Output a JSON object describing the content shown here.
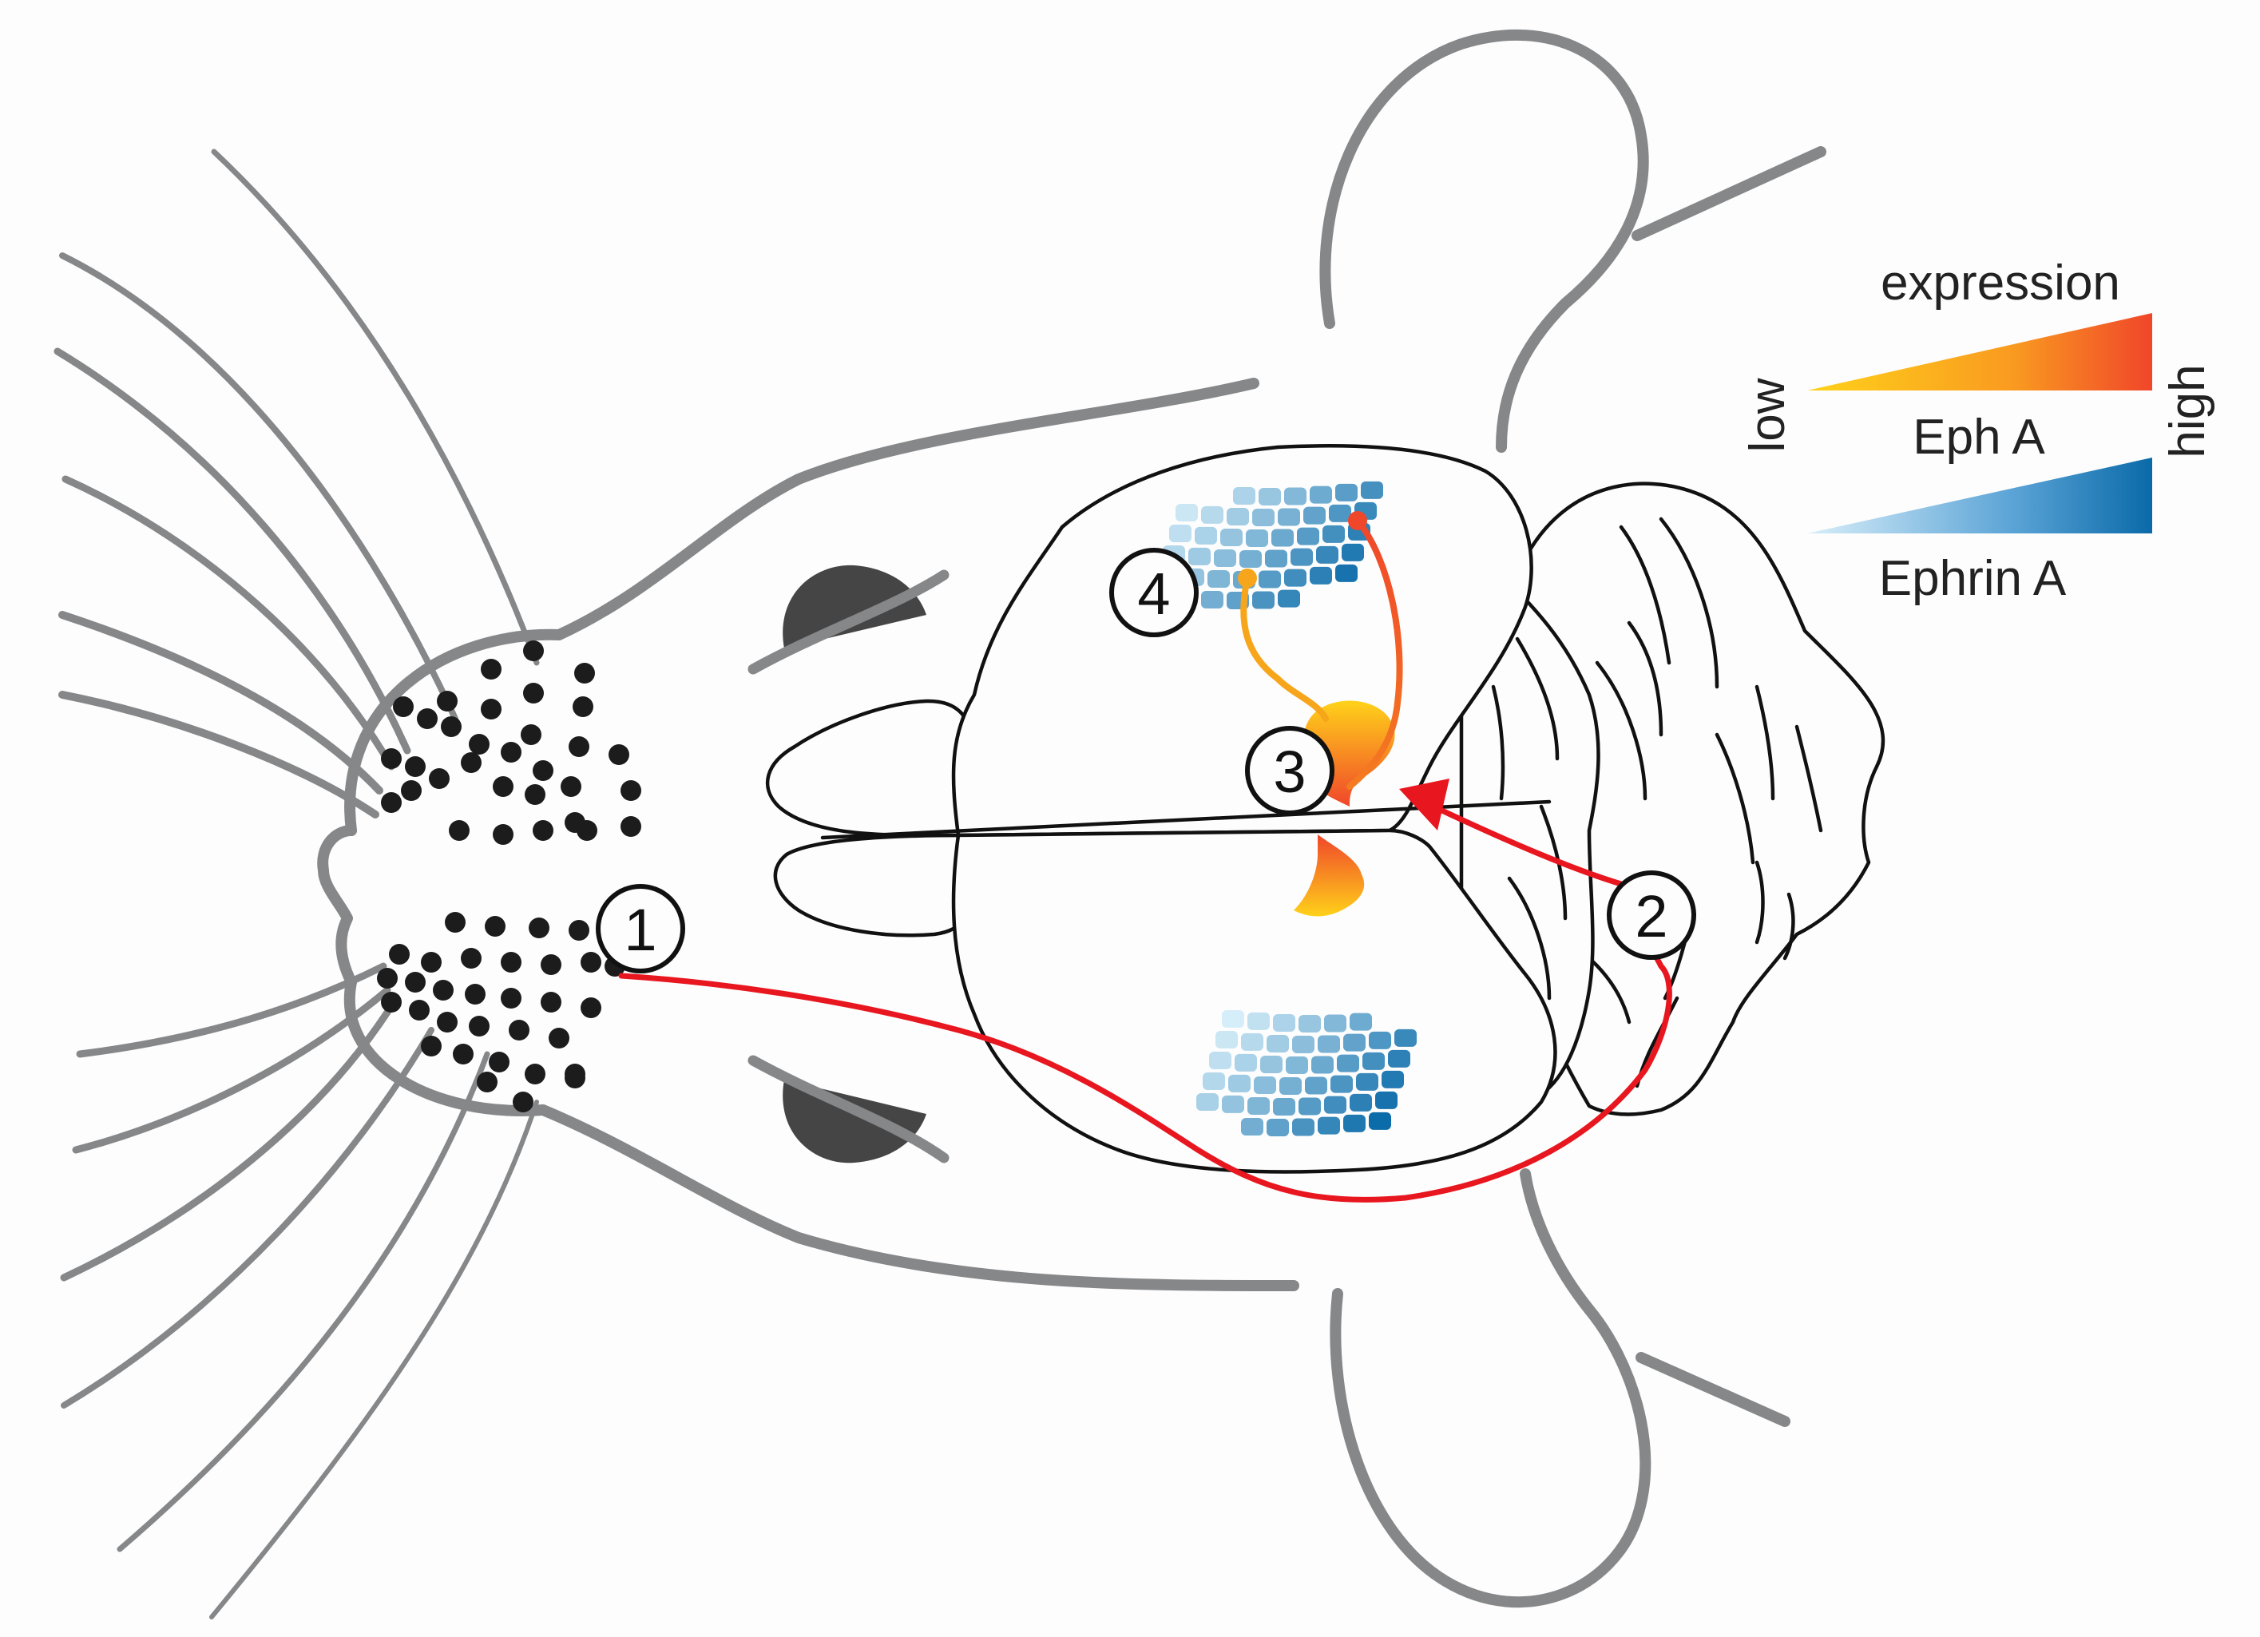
{
  "legend": {
    "title": "expression",
    "low_label": "low",
    "high_label": "high",
    "eph_label": "Eph A",
    "ephrin_label": "Ephrin A"
  },
  "markers": {
    "m1": "1",
    "m2": "2",
    "m3": "3",
    "m4": "4"
  },
  "colors": {
    "eph_low": "#ffd21a",
    "eph_high": "#f0462a",
    "ephrin_low": "#cfeaf7",
    "ephrin_high": "#0a6aa8",
    "pathway": "#e8161f",
    "head_outline": "#888a8c"
  }
}
